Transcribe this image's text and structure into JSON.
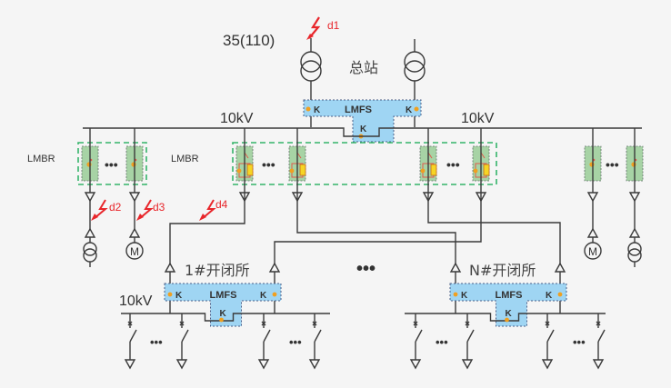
{
  "diagram": {
    "source_label": "35(110)",
    "main_station_label": "总站",
    "bus_labels": [
      "10kV",
      "10kV"
    ],
    "sub_bus_label": "10kV",
    "lmfs_label": "LMFS",
    "switch_label": "K",
    "lmbr_labels": [
      "LMBR",
      "LMBR"
    ],
    "ellipsis": "•••",
    "fault_points": [
      "d1",
      "d2",
      "d3",
      "d4"
    ],
    "substations": [
      {
        "label": "1#开闭所"
      },
      {
        "label": "N#开闭所"
      }
    ],
    "load_symbols": [
      "transformer",
      "motor",
      "motor",
      "transformer"
    ],
    "motor_letter": "M",
    "colors": {
      "lmfs_fill": "#9fd5f3",
      "lmbr_border": "#35b46a",
      "lmbr_fill": "#a7d3a5",
      "fault_red": "#e8262b",
      "wire": "#3a3a3a"
    }
  }
}
